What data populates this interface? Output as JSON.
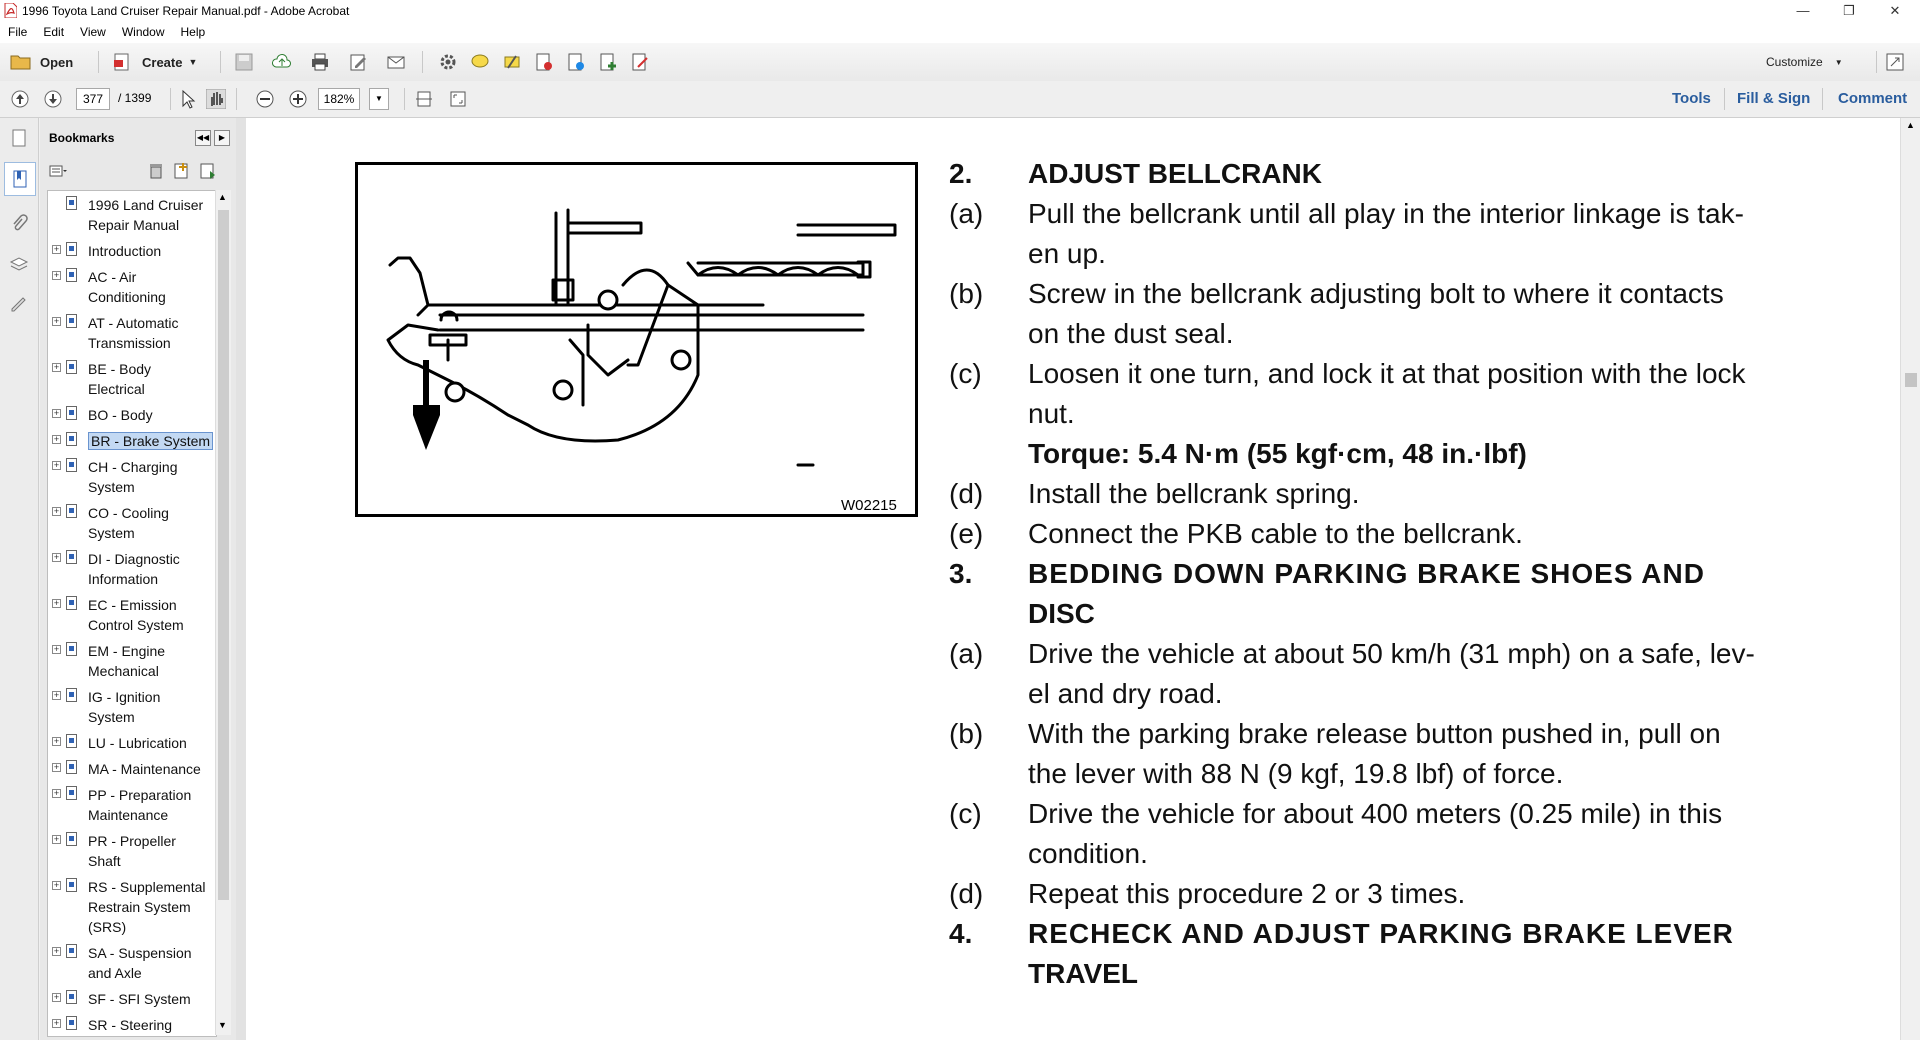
{
  "window": {
    "title": "1996 Toyota Land Cruiser Repair Manual.pdf - Adobe Acrobat"
  },
  "menu": [
    "File",
    "Edit",
    "View",
    "Window",
    "Help"
  ],
  "toolbar": {
    "open": "Open",
    "create": "Create",
    "customize": "Customize"
  },
  "nav": {
    "page": "377",
    "total": "/ 1399",
    "zoom": "182%",
    "tools": "Tools",
    "fill_sign": "Fill & Sign",
    "comment": "Comment"
  },
  "bookmarks": {
    "title": "Bookmarks",
    "items": [
      {
        "l1": "1996 Land Cruiser",
        "l2": "Repair Manual"
      },
      {
        "l1": "Introduction"
      },
      {
        "l1": "AC - Air",
        "l2": "Conditioning"
      },
      {
        "l1": "AT - Automatic",
        "l2": "Transmission"
      },
      {
        "l1": "BE - Body",
        "l2": "Electrical"
      },
      {
        "l1": "BO - Body"
      },
      {
        "l1": "BR - Brake System"
      },
      {
        "l1": "CH - Charging",
        "l2": "System"
      },
      {
        "l1": "CO - Cooling",
        "l2": "System"
      },
      {
        "l1": "DI - Diagnostic",
        "l2": "Information"
      },
      {
        "l1": "EC - Emission",
        "l2": "Control System"
      },
      {
        "l1": "EM - Engine",
        "l2": "Mechanical"
      },
      {
        "l1": "IG - Ignition",
        "l2": "System"
      },
      {
        "l1": "LU - Lubrication"
      },
      {
        "l1": "MA - Maintenance"
      },
      {
        "l1": "PP - Preparation",
        "l2": "Maintenance"
      },
      {
        "l1": "PR - Propeller",
        "l2": "Shaft"
      },
      {
        "l1": "RS - Supplemental",
        "l2": "Restrain System",
        "l3": "(SRS)"
      },
      {
        "l1": "SA - Suspension",
        "l2": "and Axle"
      },
      {
        "l1": "SF - SFI System"
      },
      {
        "l1": "SR - Steering"
      }
    ]
  },
  "document": {
    "figure_code": "W02215",
    "s2": {
      "num": "2.",
      "title": "ADJUST BELLCRANK"
    },
    "a2": {
      "m": "(a)",
      "l1": "Pull the bellcrank until all play in the interior linkage is tak-",
      "l2": "en up."
    },
    "b2": {
      "m": "(b)",
      "l1": "Screw in the bellcrank adjusting bolt to where it contacts",
      "l2": "on the dust seal."
    },
    "c2": {
      "m": "(c)",
      "l1": "Loosen it one turn, and lock it at that position with the lock",
      "l2": "nut."
    },
    "torque": "Torque: 5.4 N·m (55 kgf·cm, 48 in.·lbf)",
    "d2": {
      "m": "(d)",
      "l1": "Install the bellcrank spring."
    },
    "e2": {
      "m": "(e)",
      "l1": "Connect the PKB cable to the bellcrank."
    },
    "s3": {
      "num": "3.",
      "title1": "BEDDING DOWN PARKING BRAKE SHOES AND",
      "title2": "DISC"
    },
    "a3": {
      "m": "(a)",
      "l1": "Drive the vehicle at about 50 km/h (31 mph) on a safe, lev-",
      "l2": "el and dry road."
    },
    "b3": {
      "m": "(b)",
      "l1": "With the parking brake release button pushed in, pull on",
      "l2": "the lever with 88 N (9 kgf, 19.8 lbf) of force."
    },
    "c3": {
      "m": "(c)",
      "l1": "Drive the vehicle for about 400 meters (0.25 mile) in this",
      "l2": "condition."
    },
    "d3": {
      "m": "(d)",
      "l1": "Repeat this procedure 2 or 3 times."
    },
    "s4": {
      "num": "4.",
      "title1": "RECHECK AND ADJUST PARKING BRAKE LEVER",
      "title2": "TRAVEL"
    }
  }
}
